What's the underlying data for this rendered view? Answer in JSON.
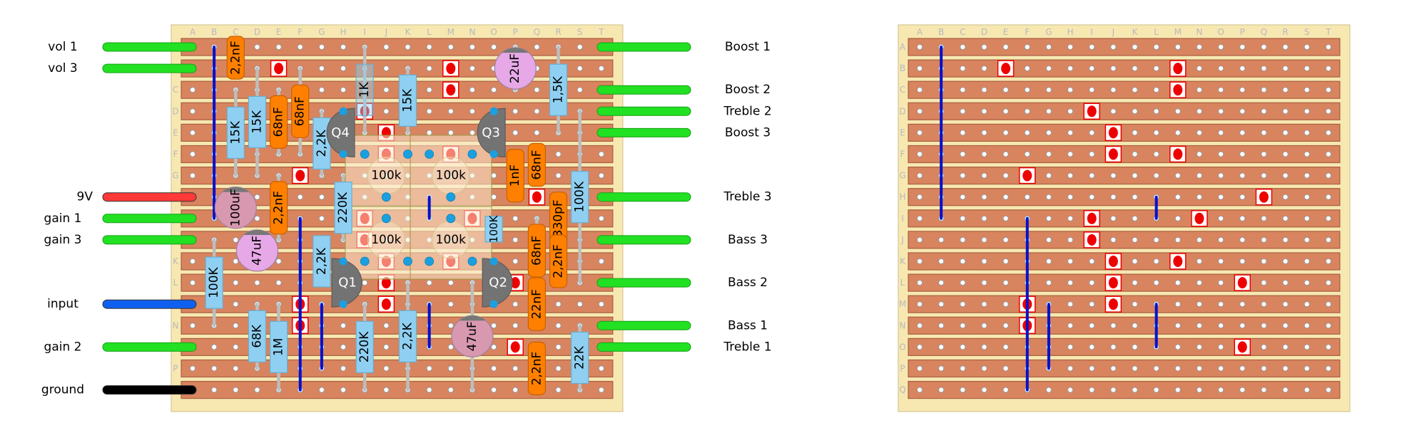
{
  "grid": {
    "columns": [
      "A",
      "B",
      "C",
      "D",
      "E",
      "F",
      "G",
      "H",
      "I",
      "J",
      "K",
      "L",
      "M",
      "N",
      "O",
      "P",
      "Q",
      "R",
      "S",
      "T"
    ],
    "rows": [
      "A",
      "B",
      "C",
      "D",
      "E",
      "F",
      "G",
      "H",
      "I",
      "J",
      "K",
      "L",
      "M",
      "N",
      "O",
      "P",
      "Q"
    ]
  },
  "colors": {
    "board": "#f7e8b2",
    "strip": "#d8845f",
    "strip_border": "#a8603f",
    "link": "#0010d0",
    "cut": "#ee0000",
    "resistor": "#8fd0f2",
    "capacitor": "#ff8000",
    "electrolytic": "#e6a8e6",
    "electrolytic_muted": "#d898b0",
    "transistor": "#737373",
    "pin": "#1aa0e0",
    "green_wire": "#22e022",
    "red_wire": "#ff3838",
    "blue_wire": "#1060f0",
    "black_wire": "#000000"
  },
  "left_wires": [
    {
      "label": "vol 1",
      "row": "A",
      "color": "green_wire"
    },
    {
      "label": "vol 3",
      "row": "B",
      "color": "green_wire"
    },
    {
      "label": "9V",
      "row": "H",
      "color": "red_wire"
    },
    {
      "label": "gain 1",
      "row": "I",
      "color": "green_wire"
    },
    {
      "label": "gain 3",
      "row": "J",
      "color": "green_wire"
    },
    {
      "label": "input",
      "row": "M",
      "color": "blue_wire"
    },
    {
      "label": "gain 2",
      "row": "O",
      "color": "green_wire"
    },
    {
      "label": "ground",
      "row": "Q",
      "color": "black_wire"
    }
  ],
  "right_wires": [
    {
      "label": "Boost 1",
      "row": "A",
      "color": "green_wire"
    },
    {
      "label": "Boost 2",
      "row": "C",
      "color": "green_wire"
    },
    {
      "label": "Treble 2",
      "row": "D",
      "color": "green_wire"
    },
    {
      "label": "Boost 3",
      "row": "E",
      "color": "green_wire"
    },
    {
      "label": "Treble 3",
      "row": "H",
      "color": "green_wire"
    },
    {
      "label": "Bass 3",
      "row": "J",
      "color": "green_wire"
    },
    {
      "label": "Bass 2",
      "row": "L",
      "color": "green_wire"
    },
    {
      "label": "Bass 1",
      "row": "N",
      "color": "green_wire"
    },
    {
      "label": "Treble 1",
      "row": "O",
      "color": "green_wire"
    }
  ],
  "links": [
    {
      "col": "B",
      "from": "A",
      "to": "I"
    },
    {
      "col": "L",
      "from": "H",
      "to": "I"
    },
    {
      "col": "F",
      "from": "I",
      "to": "Q"
    },
    {
      "col": "G",
      "from": "M",
      "to": "P"
    },
    {
      "col": "L",
      "from": "M",
      "to": "O"
    }
  ],
  "cuts": [
    {
      "col": "E",
      "row": "B"
    },
    {
      "col": "M",
      "row": "B"
    },
    {
      "col": "M",
      "row": "C"
    },
    {
      "col": "I",
      "row": "D"
    },
    {
      "col": "J",
      "row": "E"
    },
    {
      "col": "J",
      "row": "F"
    },
    {
      "col": "M",
      "row": "F"
    },
    {
      "col": "F",
      "row": "G"
    },
    {
      "col": "Q",
      "row": "H"
    },
    {
      "col": "I",
      "row": "I"
    },
    {
      "col": "N",
      "row": "I"
    },
    {
      "col": "I",
      "row": "J"
    },
    {
      "col": "J",
      "row": "K"
    },
    {
      "col": "M",
      "row": "K"
    },
    {
      "col": "J",
      "row": "L"
    },
    {
      "col": "P",
      "row": "L"
    },
    {
      "col": "F",
      "row": "M"
    },
    {
      "col": "J",
      "row": "M"
    },
    {
      "col": "F",
      "row": "N"
    },
    {
      "col": "P",
      "row": "O"
    }
  ],
  "pots": [
    {
      "label": "100k",
      "col": "J",
      "row": "G"
    },
    {
      "label": "100k",
      "col": "M",
      "row": "G"
    },
    {
      "label": "100k",
      "col": "J",
      "row": "J"
    },
    {
      "label": "100k",
      "col": "M",
      "row": "J"
    }
  ],
  "pot_pins": [
    {
      "col": "I",
      "row": "F"
    },
    {
      "col": "K",
      "row": "F"
    },
    {
      "col": "L",
      "row": "F"
    },
    {
      "col": "N",
      "row": "F"
    },
    {
      "col": "J",
      "row": "H"
    },
    {
      "col": "M",
      "row": "H"
    },
    {
      "col": "J",
      "row": "I"
    },
    {
      "col": "M",
      "row": "I"
    },
    {
      "col": "I",
      "row": "K"
    },
    {
      "col": "K",
      "row": "K"
    },
    {
      "col": "L",
      "row": "K"
    },
    {
      "col": "N",
      "row": "K"
    }
  ],
  "resistors": [
    {
      "label": "15K",
      "col": "C",
      "from": "C",
      "to": "G"
    },
    {
      "label": "15K",
      "col": "D",
      "from": "B",
      "to": "G"
    },
    {
      "label": "1K",
      "col": "I",
      "from": "A",
      "to": "E",
      "faded": true
    },
    {
      "label": "15K",
      "col": "K",
      "from": "B",
      "to": "E"
    },
    {
      "label": "1,5K",
      "col": "R",
      "from": "A",
      "to": "E"
    },
    {
      "label": "2,2K",
      "col": "G",
      "from": "D",
      "to": "G"
    },
    {
      "label": "220K",
      "col": "H",
      "from": "G",
      "to": "J"
    },
    {
      "label": "2,2K",
      "col": "G",
      "from": "J",
      "to": "L"
    },
    {
      "label": "100K",
      "col": "B",
      "from": "J",
      "to": "N"
    },
    {
      "label": "68K",
      "col": "D",
      "from": "M",
      "to": "P"
    },
    {
      "label": "1M",
      "col": "E",
      "from": "M",
      "to": "Q"
    },
    {
      "label": "220K",
      "col": "I",
      "from": "M",
      "to": "Q"
    },
    {
      "label": "2,2K",
      "col": "K",
      "from": "L",
      "to": "Q"
    },
    {
      "label": "100K",
      "col": "O",
      "from": "I",
      "to": "J",
      "small": true
    },
    {
      "label": "100K",
      "col": "S",
      "from": "D",
      "to": "L"
    },
    {
      "label": "22K",
      "col": "S",
      "from": "N",
      "to": "Q"
    }
  ],
  "capacitors": [
    {
      "label": "2,2nF",
      "col": "C",
      "from": "A",
      "to": "B"
    },
    {
      "label": "68nF",
      "col": "E",
      "from": "C",
      "to": "F"
    },
    {
      "label": "68nF",
      "col": "F",
      "from": "B",
      "to": "F"
    },
    {
      "label": "2,2nF",
      "col": "E",
      "from": "G",
      "to": "J"
    },
    {
      "label": "1nF",
      "col": "P",
      "from": "F",
      "to": "H"
    },
    {
      "label": "68nF",
      "col": "Q",
      "from": "F",
      "to": "G"
    },
    {
      "label": "330pF",
      "col": "R",
      "from": "H",
      "to": "J"
    },
    {
      "label": "68nF",
      "col": "Q",
      "from": "I",
      "to": "L"
    },
    {
      "label": "2,2nF",
      "col": "R",
      "from": "J",
      "to": "L"
    },
    {
      "label": "22nF",
      "col": "Q",
      "from": "L",
      "to": "N"
    },
    {
      "label": "2,2nF",
      "col": "Q",
      "from": "O",
      "to": "Q"
    }
  ],
  "electrolytics": [
    {
      "label": "100uF",
      "col": "C",
      "from": "H",
      "to": "I",
      "muted": true
    },
    {
      "label": "47uF",
      "col": "D",
      "from": "J",
      "to": "K"
    },
    {
      "label": "22uF",
      "col": "P",
      "from": "A",
      "to": "C"
    },
    {
      "label": "47uF",
      "col": "N",
      "from": "L",
      "to": "Q",
      "muted": true
    }
  ],
  "transistors": [
    {
      "label": "Q4",
      "col": "H",
      "from": "D",
      "to": "F",
      "flat": "right"
    },
    {
      "label": "Q3",
      "col": "O",
      "from": "D",
      "to": "F",
      "flat": "right"
    },
    {
      "label": "Q1",
      "col": "H",
      "from": "K",
      "to": "M",
      "flat": "left"
    },
    {
      "label": "Q2",
      "col": "O",
      "from": "K",
      "to": "M",
      "flat": "left"
    }
  ]
}
